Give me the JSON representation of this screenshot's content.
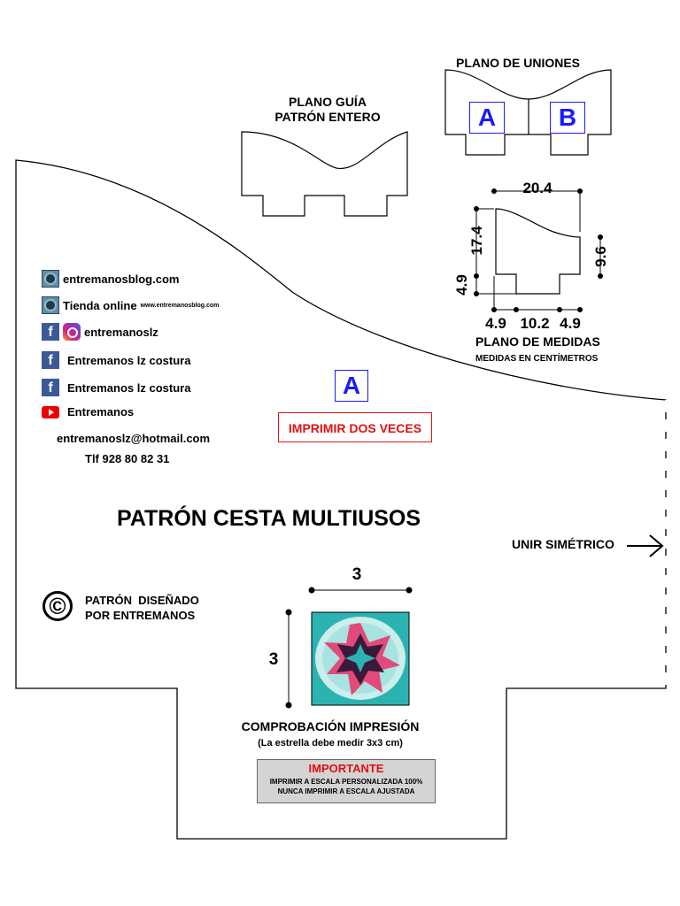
{
  "headings": {
    "plano_uniones": "PLANO DE UNIONES",
    "plano_guia_line1": "PLANO GUÍA",
    "plano_guia_line2": "PATRÓN ENTERO",
    "plano_medidas": "PLANO DE MEDIDAS",
    "medidas_unit": "MEDIDAS EN CENTÍMETROS",
    "main_title": "PATRÓN CESTA MULTIUSOS"
  },
  "unions": {
    "left_label": "A",
    "right_label": "B"
  },
  "pattern_piece_label": "A",
  "print_twice": "IMPRIMIR DOS VECES",
  "join_symmetric": "UNIR SIMÉTRICO",
  "measurements": {
    "top": "20.4",
    "left_upper": "17.4",
    "left_lower": "4.9",
    "right": "9.6",
    "bottom_left": "4.9",
    "bottom_middle": "10.2",
    "bottom_right": "4.9"
  },
  "contacts": {
    "blog": "entremanosblog.com",
    "shop_label": "Tienda online",
    "shop_url": "www.entremanosblog.com",
    "instagram": "entremanoslz",
    "facebook1": "Entremanos lz costura",
    "facebook2": "Entremanos lz costura",
    "youtube": "Entremanos",
    "email": "entremanoslz@hotmail.com",
    "phone": "Tlf 928 80 82 31"
  },
  "copyright": {
    "symbol": "©",
    "line1": "PATRÓN  DISEÑADO",
    "line2": "POR ENTREMANOS"
  },
  "print_check": {
    "width_label": "3",
    "height_label": "3",
    "title": "COMPROBACIÓN IMPRESIÓN",
    "subtitle": "(La estrella debe medir 3x3 cm)"
  },
  "important": {
    "title": "IMPORTANTE",
    "line1": "IMPRIMIR A ESCALA PERSONALIZADA 100%",
    "line2": "NUNCA IMPRIMIR A ESCALA AJUSTADA"
  },
  "colors": {
    "accent_red": "#e01010",
    "accent_blue": "#1a1aff",
    "star_bg": "#2bb3b1"
  },
  "icons": [
    "blog-logo-icon",
    "facebook-icon",
    "instagram-icon",
    "youtube-icon",
    "copyright-icon",
    "arrow-right-icon"
  ]
}
